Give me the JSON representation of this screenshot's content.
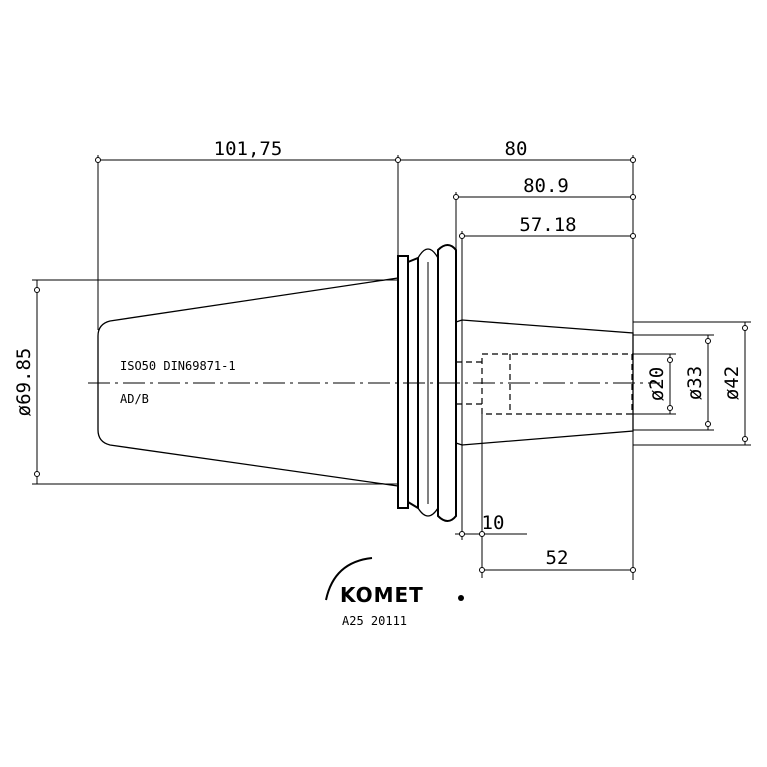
{
  "dimensions": {
    "taper_length": "101,75",
    "total_right": "80",
    "flange_to_end": "80.9",
    "bore_to_end": "57.18",
    "small_offset": "10",
    "inner_depth": "52",
    "taper_diameter": "ø69.85",
    "bore_d20": "ø20",
    "bore_d33": "ø33",
    "outer_d42": "ø42"
  },
  "labels": {
    "standard": "ISO50 DIN69871-1",
    "form": "AD/B"
  },
  "logo": {
    "brand": "KOMET",
    "part_number": "A25 20111"
  }
}
